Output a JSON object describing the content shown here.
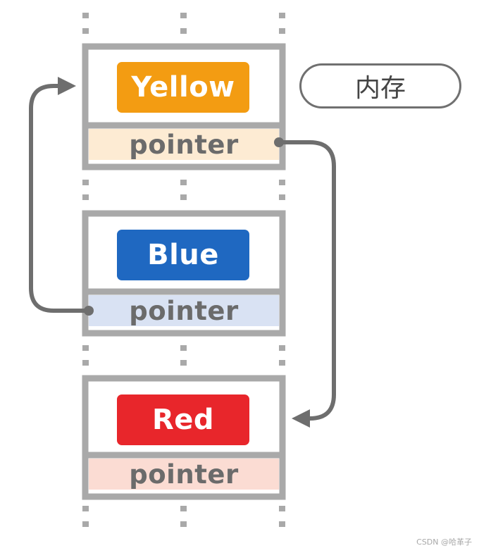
{
  "memory_label": "内存",
  "colors": {
    "frame": "#a9a9a9",
    "arrow": "#6e6e6e",
    "pointer_text": "#6b6b6b"
  },
  "nodes": [
    {
      "label": "Yellow",
      "pointer_label": "pointer",
      "color": "#f39c12",
      "pointer_bg": "#fdebd3"
    },
    {
      "label": "Blue",
      "pointer_label": "pointer",
      "color": "#1f68c1",
      "pointer_bg": "#d9e2f3"
    },
    {
      "label": "Red",
      "pointer_label": "pointer",
      "color": "#e8262b",
      "pointer_bg": "#fbdcd3"
    }
  ],
  "links": [
    {
      "from": "Yellow",
      "to": "Red"
    },
    {
      "from": "Blue",
      "to": "Yellow"
    }
  ],
  "watermark": "CSDN @哈革子"
}
